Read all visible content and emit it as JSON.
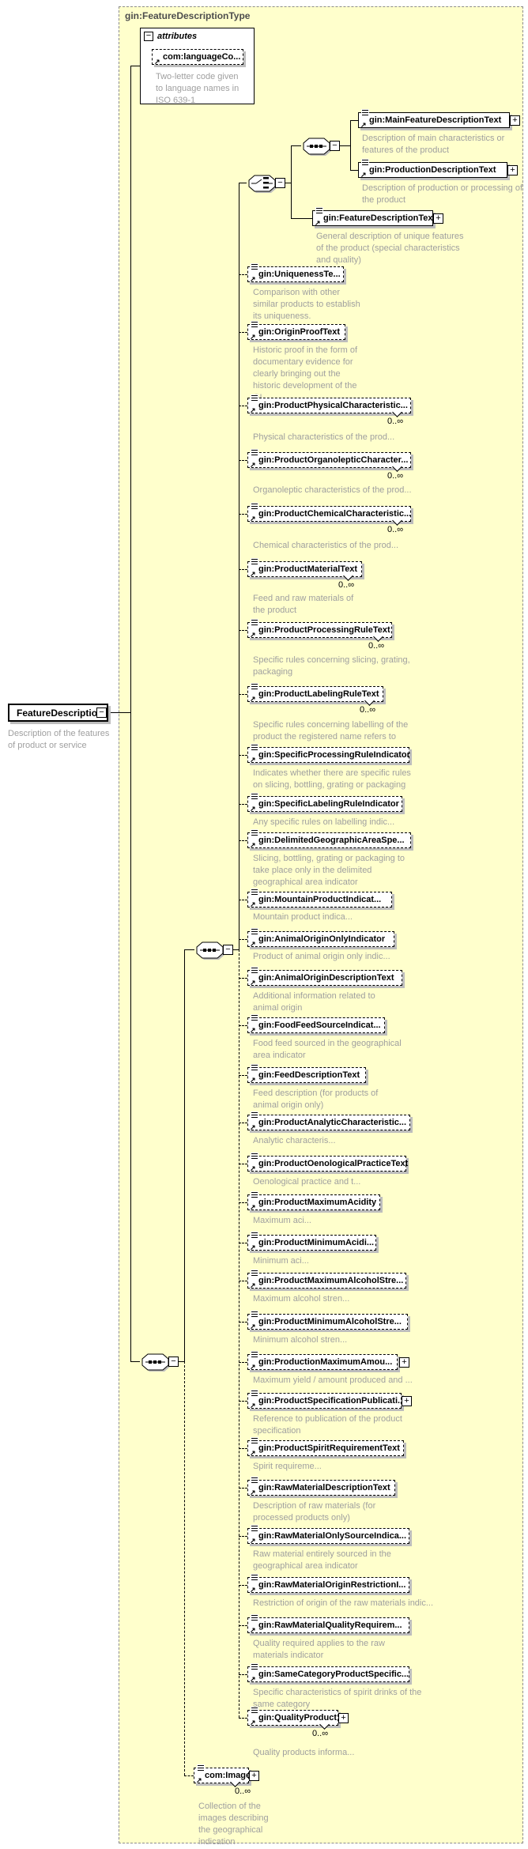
{
  "icons": {
    "plus": "+",
    "minus": "−",
    "ref_arrow": "↗"
  },
  "schema": {
    "type_title": "gin:FeatureDescriptionType",
    "attributes_label": "attributes",
    "attribute": {
      "name": "com:languageCo...",
      "annotation": "Two-letter code given\nto language names in\nISO 639-1"
    },
    "root": {
      "name": "FeatureDescription",
      "annotation": "Description of the features\nof product or service"
    },
    "elements": [
      {
        "name": "gin:MainFeatureDescriptionText",
        "annotation": "Description of main characteristics or\nfeatures of the product"
      },
      {
        "name": "gin:ProductionDescriptionText",
        "annotation": "Description of production or processing of\nthe product"
      },
      {
        "name": "gin:FeatureDescriptionText",
        "annotation": "General description of unique features\nof the product (special characteristics\nand quality)"
      },
      {
        "name": "gin:UniquenessTe...",
        "annotation": "Comparison with other\nsimilar products to establish\nits uniqueness."
      },
      {
        "name": "gin:OriginProofText",
        "annotation": "Historic proof in the form of\ndocumentary evidence for\nclearly bringing out the\nhistoric development of the\nGI"
      },
      {
        "name": "gin:ProductPhysicalCharacteristic...",
        "occurs": "0..∞",
        "annotation": "Physical characteristics of the prod..."
      },
      {
        "name": "gin:ProductOrganolepticCharacter...",
        "occurs": "0..∞",
        "annotation": "Organoleptic characteristics of the prod..."
      },
      {
        "name": "gin:ProductChemicalCharacteristic...",
        "occurs": "0..∞",
        "annotation": "Chemical characteristics of the prod..."
      },
      {
        "name": "gin:ProductMaterialText",
        "occurs": "0..∞",
        "annotation": "Feed and raw materials of\nthe product"
      },
      {
        "name": "gin:ProductProcessingRuleText",
        "occurs": "0..∞",
        "annotation": "Specific rules concerning slicing, grating,\npackaging"
      },
      {
        "name": "gin:ProductLabelingRuleText",
        "occurs": "0..∞",
        "annotation": "Specific rules concerning labelling of the\nproduct the registered name refers to"
      },
      {
        "name": "gin:SpecificProcessingRuleIndicator",
        "annotation": "Indicates whether there are specific rules\non slicing, bottling, grating or packaging"
      },
      {
        "name": "gin:SpecificLabelingRuleIndicator",
        "annotation": "Any specific rules on labelling indic..."
      },
      {
        "name": "gin:DelimitedGeographicAreaSpe...",
        "annotation": "Slicing, bottling, grating or packaging to\ntake place only in the delimited\ngeographical area indicator"
      },
      {
        "name": "gin:MountainProductIndicat...",
        "annotation": "Mountain product indica..."
      },
      {
        "name": "gin:AnimalOriginOnlyIndicator",
        "annotation": "Product of animal origin only indic..."
      },
      {
        "name": "gin:AnimalOriginDescriptionText",
        "annotation": "Additional information related to\nanimal origin"
      },
      {
        "name": "gin:FoodFeedSourceIndicat...",
        "annotation": "Food feed sourced in the geographical\narea indicator"
      },
      {
        "name": "gin:FeedDescriptionText",
        "annotation": "Feed description (for products of\nanimal origin only)"
      },
      {
        "name": "gin:ProductAnalyticCharacteristic...",
        "annotation": "Analytic characteris..."
      },
      {
        "name": "gin:ProductOenologicalPracticeText",
        "annotation": "Oenological practice and t..."
      },
      {
        "name": "gin:ProductMaximumAcidity",
        "annotation": "Maximum aci..."
      },
      {
        "name": "gin:ProductMinimumAcidi...",
        "annotation": "Minimum aci..."
      },
      {
        "name": "gin:ProductMaximumAlcoholStre...",
        "annotation": "Maximum alcohol stren..."
      },
      {
        "name": "gin:ProductMinimumAlcoholStre...",
        "annotation": "Minimum alcohol stren..."
      },
      {
        "name": "gin:ProductionMaximumAmou...",
        "annotation": "Maximum yield / amount produced and ..."
      },
      {
        "name": "gin:ProductSpecificationPublicati...",
        "annotation": "Reference to publication of the product\nspecification"
      },
      {
        "name": "gin:ProductSpiritRequirementText",
        "annotation": "Spirit requireme..."
      },
      {
        "name": "gin:RawMaterialDescriptionText",
        "annotation": "Description of raw materials (for\nprocessed products only)"
      },
      {
        "name": "gin:RawMaterialOnlySourceIndica...",
        "annotation": "Raw material entirely sourced in the\ngeographical area indicator"
      },
      {
        "name": "gin:RawMaterialOriginRestrictionI...",
        "annotation": "Restriction of origin of the raw materials indic..."
      },
      {
        "name": "gin:RawMaterialQualityRequirem...",
        "annotation": "Quality required applies to the raw\nmaterials indicator"
      },
      {
        "name": "gin:SameCategoryProductSpecific...",
        "annotation": "Specific characteristics of spirit drinks of the\nsame category"
      },
      {
        "name": "gin:QualityProduct",
        "occurs": "0..∞",
        "annotation": "Quality products informa..."
      },
      {
        "name": "com:Image",
        "occurs": "0..∞",
        "annotation": "Collection of the\nimages describing\nthe geographical\nindication"
      }
    ]
  }
}
